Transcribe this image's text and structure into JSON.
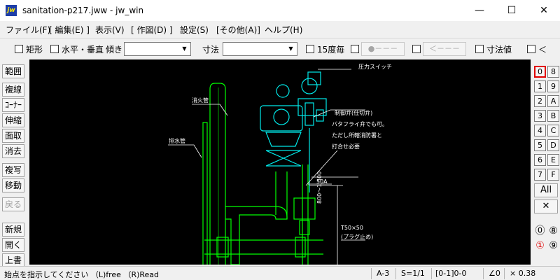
{
  "window": {
    "title": "sanitation-p217.jww - jw_win",
    "app_icon": "jw",
    "controls": {
      "minimize": "—",
      "maximize": "☐",
      "close": "✕"
    }
  },
  "menu": [
    "ファイル(F)",
    "[ 編集(E) ]",
    "表示(V)",
    "[ 作図(D) ]",
    "設定(S)",
    "[その他(A)]",
    "ヘルプ(H)"
  ],
  "toolbar": {
    "rect_label": "矩形",
    "hv_label": "水平・垂直",
    "tilt_label": "傾き",
    "tilt_value": "",
    "dim_label": "寸法",
    "dim_value": "",
    "deg15_label": "15度毎",
    "btn_dots": "●－－－",
    "btn_arrow": "＜－－－",
    "dimval_label": "寸法値",
    "lt_label": "＜"
  },
  "left_tools": [
    "範囲",
    "複線",
    "ｺｰﾅｰ",
    "伸縮",
    "面取",
    "消去",
    "複写",
    "移動",
    "戻る",
    "新規",
    "開く",
    "上書"
  ],
  "layers": {
    "left": [
      "0",
      "1",
      "2",
      "3",
      "4",
      "5",
      "6",
      "7"
    ],
    "right": [
      "8",
      "9",
      "A",
      "B",
      "C",
      "D",
      "E",
      "F"
    ],
    "selected": "0",
    "all_label": "All",
    "x_label": "✕",
    "groups_left": [
      "⓪",
      "①"
    ],
    "groups_right": [
      "⑧",
      "⑨"
    ],
    "group_selected": "①"
  },
  "drawing": {
    "labels": {
      "pressure_switch": "圧力スイッチ",
      "fire_pipe": "消火管",
      "drain_pipe": "排水管",
      "control_valve": "制御弁(仕切弁)",
      "note1": "バタフライ弁でも可。",
      "note2": "ただし所轄消防署と",
      "note3": "打合せ必要",
      "size_50a": "50A",
      "height_dim": "800～1,500",
      "tee": "T50×50",
      "plug": "(プラグ止め)"
    },
    "colors": {
      "pipe": "#00ff00",
      "equipment": "#00e8e8",
      "annotation": "#ffffff",
      "dimension": "#ffffff"
    }
  },
  "status": {
    "message": "始点を指示してください （L)free （R)Read",
    "paper": "A-3",
    "scale": "S=1/1",
    "layer": "[0-1]0-0",
    "angle": "∠0",
    "zoom": "× 0.38"
  }
}
